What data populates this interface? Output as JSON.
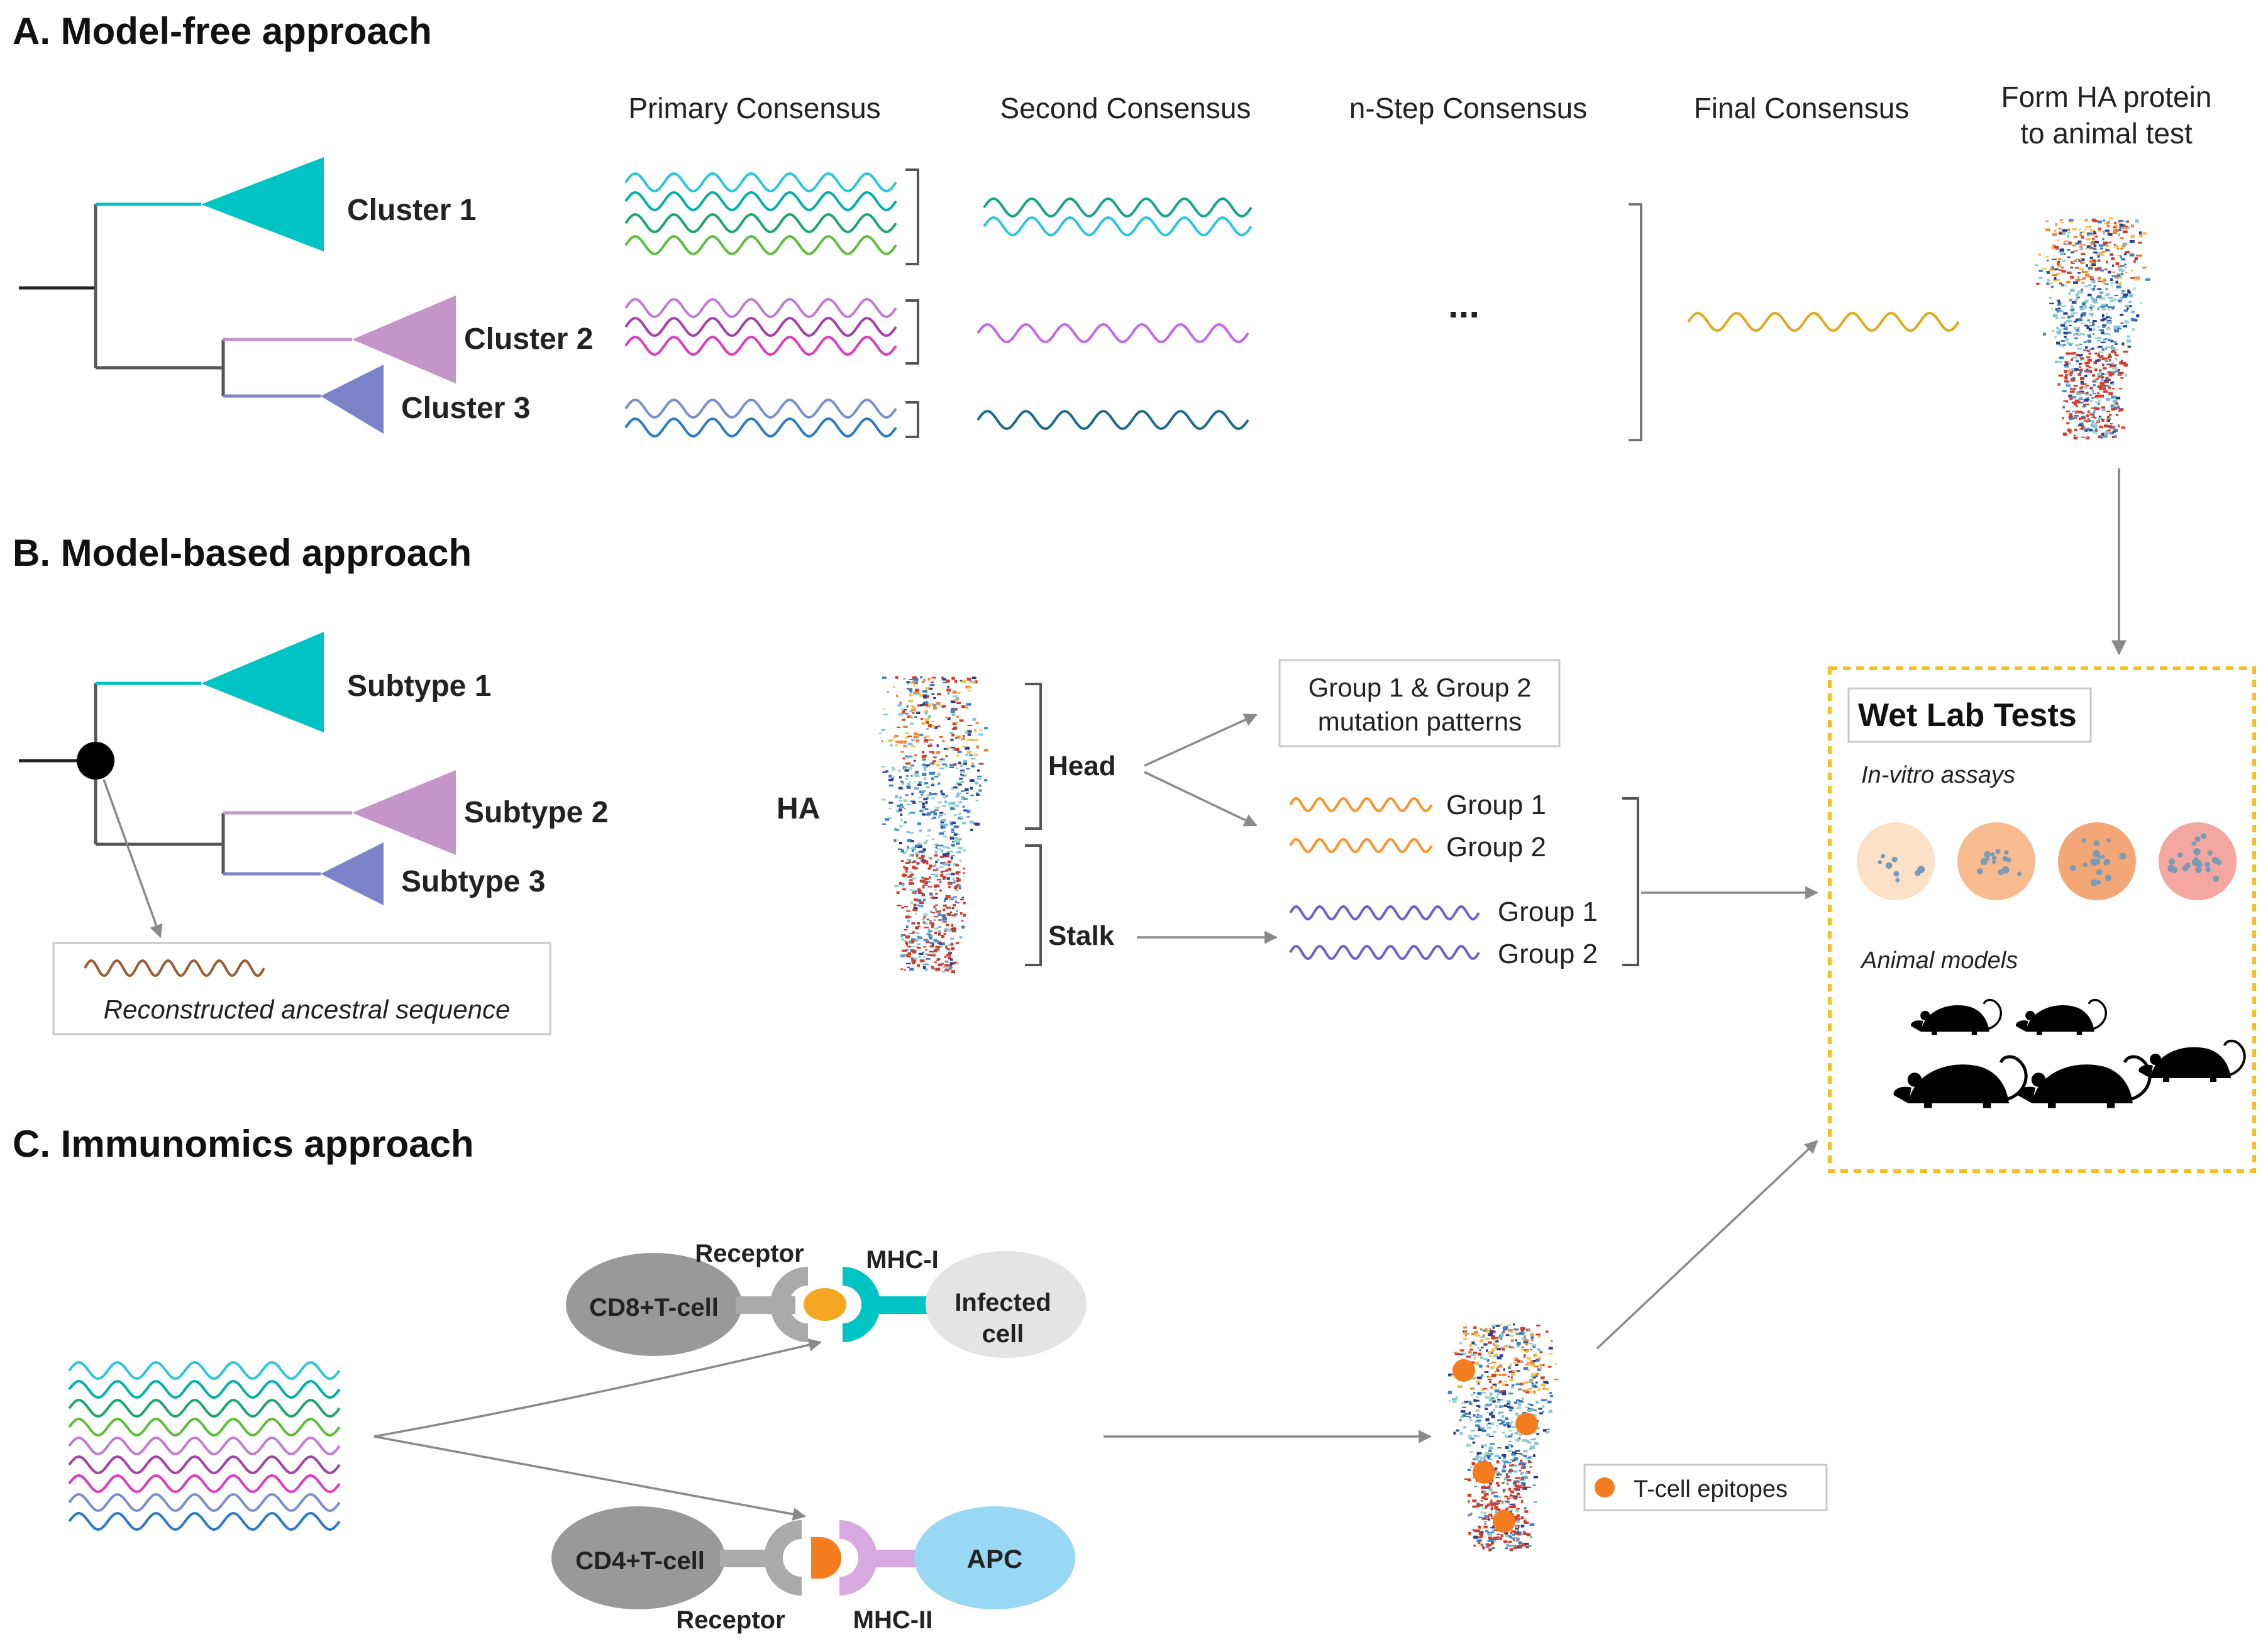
{
  "sections": {
    "a_title": "A. Model-free approach",
    "b_title": "B. Model-based approach",
    "c_title": "C. Immunomics approach"
  },
  "section_a": {
    "col_primary": "Primary Consensus",
    "col_second": "Second Consensus",
    "col_nstep": "n-Step Consensus",
    "col_final": "Final Consensus",
    "col_form_line1": "Form HA protein",
    "col_form_line2": "to animal test",
    "cluster1": "Cluster 1",
    "cluster2": "Cluster 2",
    "cluster3": "Cluster 3",
    "ellipsis": "..."
  },
  "section_b": {
    "subtype1": "Subtype 1",
    "subtype2": "Subtype 2",
    "subtype3": "Subtype 3",
    "ancestral": "Reconstructed ancestral sequence",
    "ha": "HA",
    "head": "Head",
    "stalk": "Stalk",
    "patterns_line1": "Group 1 & Group 2",
    "patterns_line2": "mutation patterns",
    "head_group1": "Group 1",
    "head_group2": "Group 2",
    "stalk_group1": "Group 1",
    "stalk_group2": "Group 2"
  },
  "wet_lab": {
    "title": "Wet Lab Tests",
    "invitro": "In-vitro assays",
    "animal": "Animal models"
  },
  "section_c": {
    "receptor_top": "Receptor",
    "mhc1": "MHC-I",
    "cd8": "CD8+T-cell",
    "infected_line1": "Infected",
    "infected_line2": "cell",
    "cd4": "CD4+T-cell",
    "apc": "APC",
    "receptor_bottom": "Receptor",
    "mhc2": "MHC-II",
    "epitope_legend": "T-cell epitopes"
  },
  "colors": {
    "teal": "#00c4c4",
    "lilac": "#c495c9",
    "periwinkle": "#7a83c8",
    "gold": "#e3a81a",
    "orange": "#f7952e",
    "wetlab_border": "#f5bf1f",
    "apc": "#98d8f5",
    "mhc2": "#d7a9e0",
    "brown": "#9a5b35",
    "purple_wave": "#6d5fd1"
  }
}
